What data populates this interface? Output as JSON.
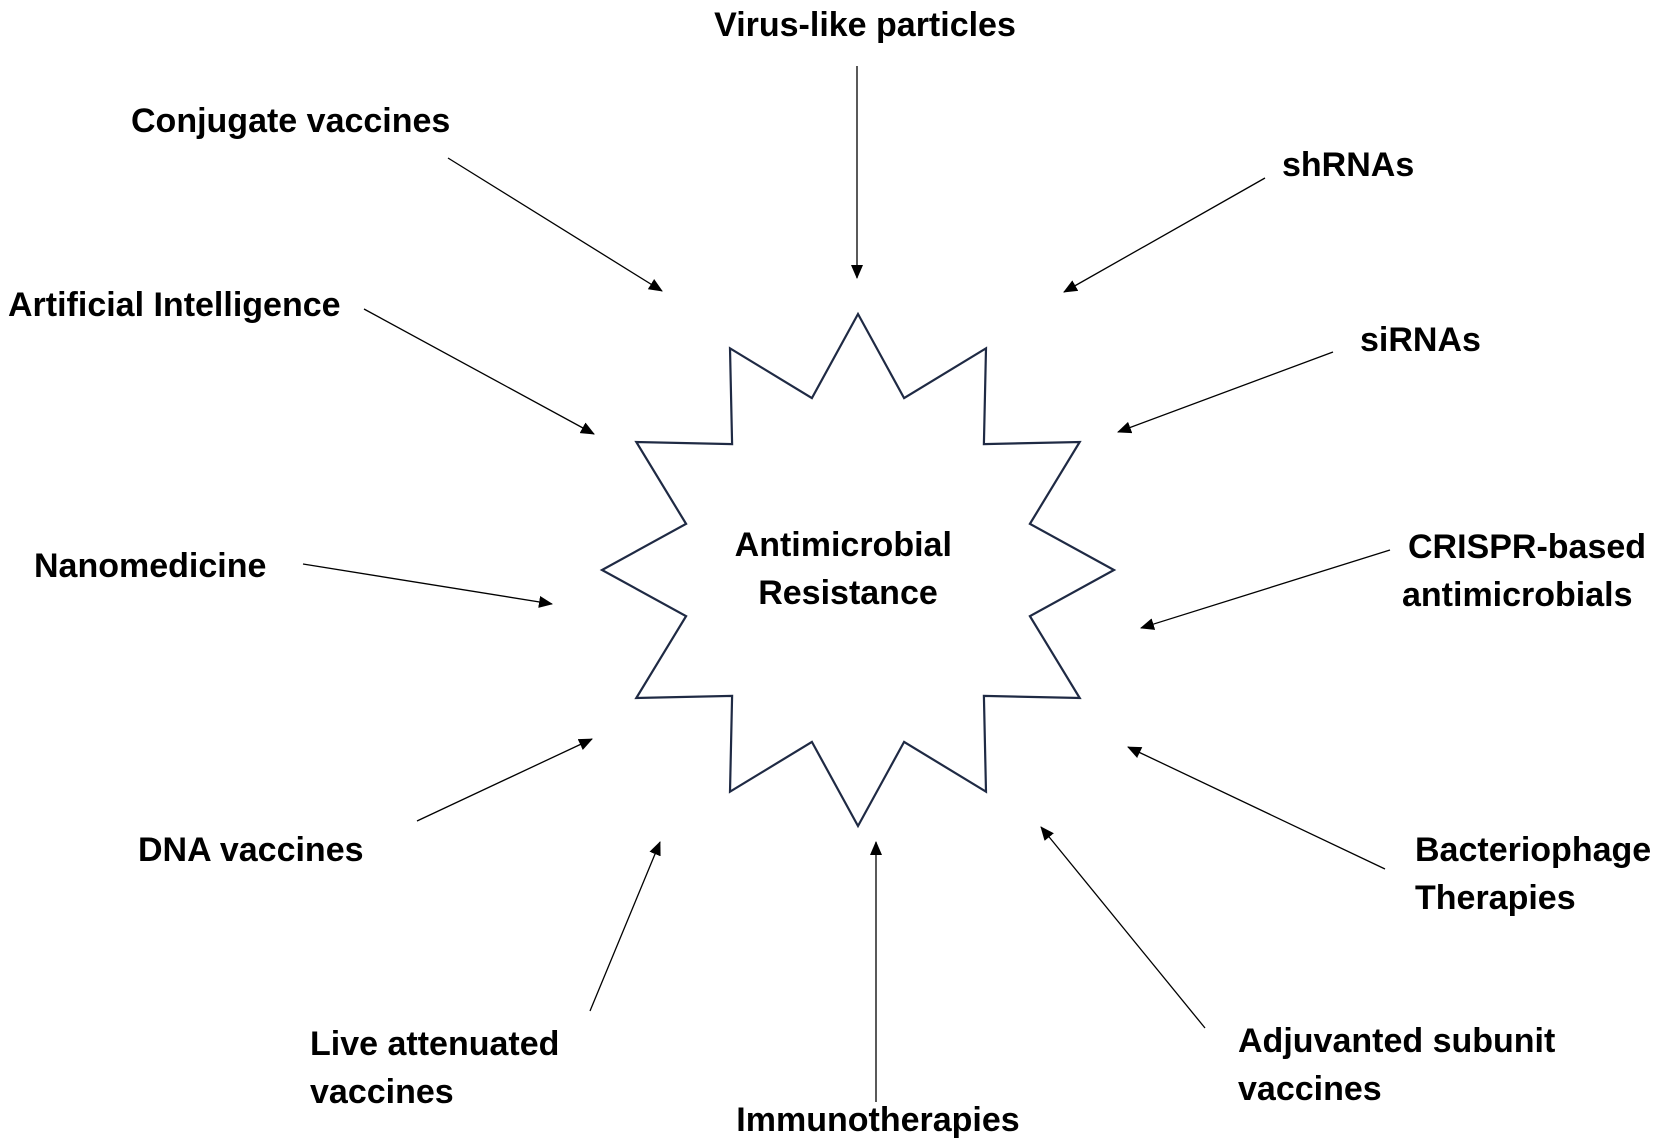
{
  "center": {
    "lines": [
      "Antimicrobial",
      "Resistance"
    ]
  },
  "strategies": [
    {
      "id": "virus-like-particles",
      "lines": [
        "Virus-like particles"
      ]
    },
    {
      "id": "shrnas",
      "lines": [
        "shRNAs"
      ]
    },
    {
      "id": "sirnas",
      "lines": [
        "siRNAs"
      ]
    },
    {
      "id": "crispr",
      "lines": [
        "CRISPR-based",
        "antimicrobials"
      ]
    },
    {
      "id": "bacteriophage",
      "lines": [
        "Bacteriophage",
        "Therapies"
      ]
    },
    {
      "id": "adjuvanted",
      "lines": [
        "Adjuvanted subunit",
        "vaccines"
      ]
    },
    {
      "id": "immunotherapies",
      "lines": [
        "Immunotherapies"
      ]
    },
    {
      "id": "live-attenuated",
      "lines": [
        "Live attenuated",
        "vaccines"
      ]
    },
    {
      "id": "dna-vaccines",
      "lines": [
        "DNA vaccines"
      ]
    },
    {
      "id": "nanomedicine",
      "lines": [
        "Nanomedicine"
      ]
    },
    {
      "id": "artificial-intelligence",
      "lines": [
        "Artificial Intelligence"
      ]
    },
    {
      "id": "conjugate-vaccines",
      "lines": [
        "Conjugate vaccines"
      ]
    }
  ],
  "colors": {
    "star_outline": "#1f2a44",
    "text": "#000000",
    "arrow": "#000000"
  }
}
